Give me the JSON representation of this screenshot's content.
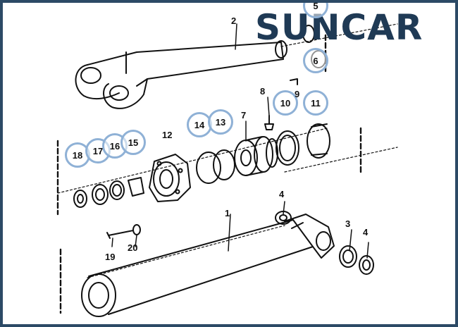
{
  "brand": {
    "logo_text": "SUNCAR",
    "accent_color": "#1f3a55",
    "callout_color": "#8fb1d6"
  },
  "labels": {
    "n1": "1",
    "n2": "2",
    "n3": "3",
    "n4a": "4",
    "n4b": "4",
    "n5": "5",
    "n6": "6",
    "n7": "7",
    "n8": "8",
    "n9": "9",
    "n10": "10",
    "n11": "11",
    "n12": "12",
    "n13": "13",
    "n14": "14",
    "n15": "15",
    "n16": "16",
    "n17": "17",
    "n18": "18",
    "n19": "19",
    "n20": "20"
  }
}
